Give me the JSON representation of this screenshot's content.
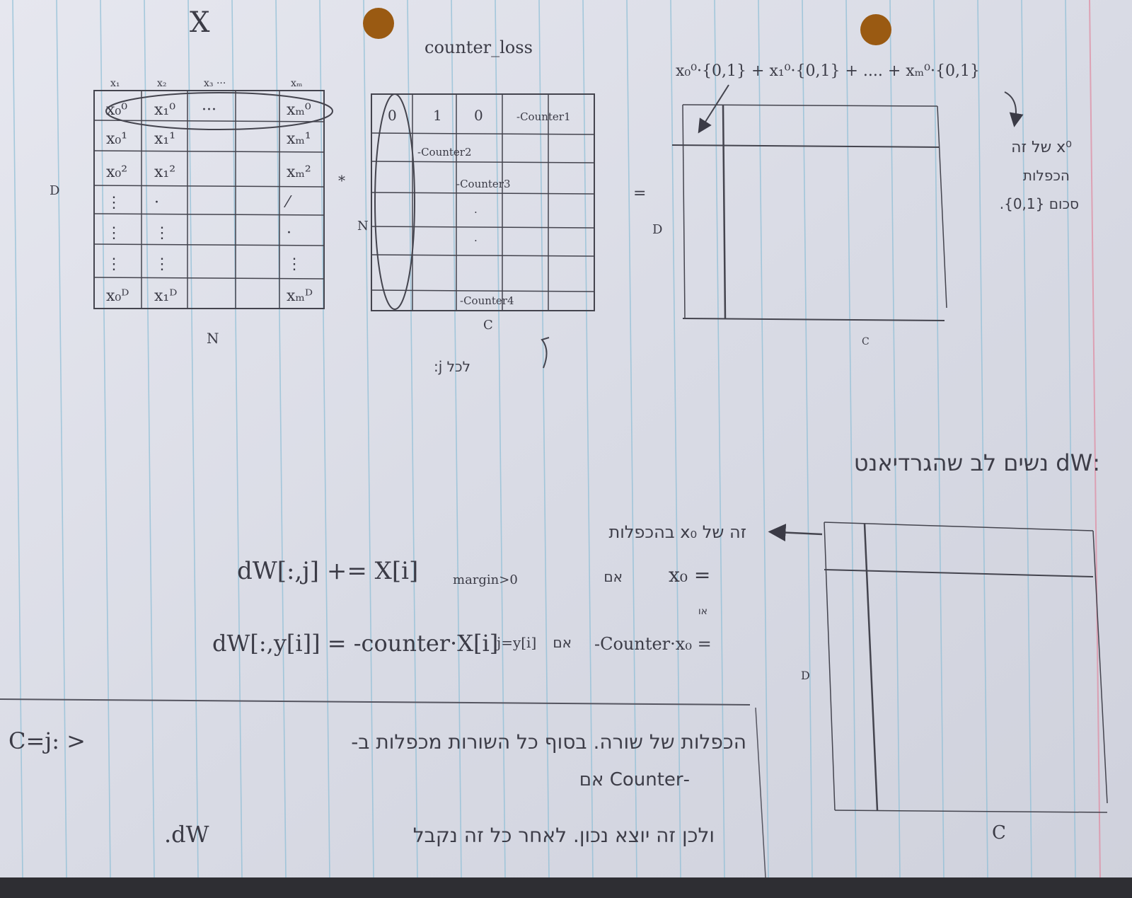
{
  "paper": {
    "background": "#dfe0ea",
    "rule_color": "#8fbfd6",
    "margin_color": "#e08aa0",
    "ink_color": "#3b3b46",
    "hole_color": "#9a5a12"
  },
  "matrix_x": {
    "title": "X",
    "columns": [
      "x₁",
      "x₂",
      "x₃ ···",
      "xₘ"
    ],
    "rows": [
      [
        "x₀⁰",
        "x₁⁰",
        "···",
        "xₘ⁰"
      ],
      [
        "x₀¹",
        "x₁¹",
        "",
        "xₘ¹"
      ],
      [
        "x₀²",
        "x₁²",
        "",
        "xₘ²"
      ],
      [
        "⋮",
        "·",
        "",
        "⁄"
      ],
      [
        "⋮",
        "⋮",
        "",
        "·"
      ],
      [
        "⋮",
        "⋮",
        "",
        "⋮"
      ],
      [
        "x₀ᴰ",
        "x₁ᴰ",
        "",
        "xₘᴰ"
      ]
    ],
    "side_label": "D",
    "bottom_label": "N"
  },
  "multiply_sign": "*",
  "equals_sign": "=",
  "counter_matrix": {
    "title": "counter_loss",
    "first_row": [
      "0",
      "1",
      "0",
      "-Counter1"
    ],
    "entries": [
      "-Counter2",
      "-Counter3",
      "·",
      "·",
      "-Counter4"
    ],
    "side_label": "N",
    "bottom_label": "C",
    "note": "לכל j:"
  },
  "result_matrix": {
    "top_formula": "x₀⁰·{0,1} + x₁⁰·{0,1} + .... + xₘ⁰·{0,1}",
    "side_label": "D",
    "bottom_label": "C",
    "side_note": [
      "x⁰ של זה",
      "הכפלות",
      "סכום {0,1}."
    ]
  },
  "dw_section": {
    "heading": ":dW נשים לב שהגרדיאנט",
    "arrow_note": "זה של x₀ בהכפלות",
    "line1_left": "dW[:,j] += X[i]",
    "line1_cond": "margin>0",
    "line1_mid": "אם",
    "line1_right": "x₀ =",
    "line2_left": "dW[:,y[i]] = -counter·X[i]",
    "line2_cond": "j=y[i]",
    "line2_mid": "אם",
    "line2_right": "-Counter·x₀ =",
    "small_mark": "או",
    "side_label": "D",
    "bottom_label": "C"
  },
  "bottom_note": {
    "line1_left": "C=j: >",
    "line1_text": "הכפלות של שורה. בסוף כל השורות מכפלות ב-",
    "line2_text": "-Counter אם",
    "line3_left": ".dW",
    "line3_text": "ולכן זה יוצא נכון. לאחר כל זה נקבל"
  }
}
